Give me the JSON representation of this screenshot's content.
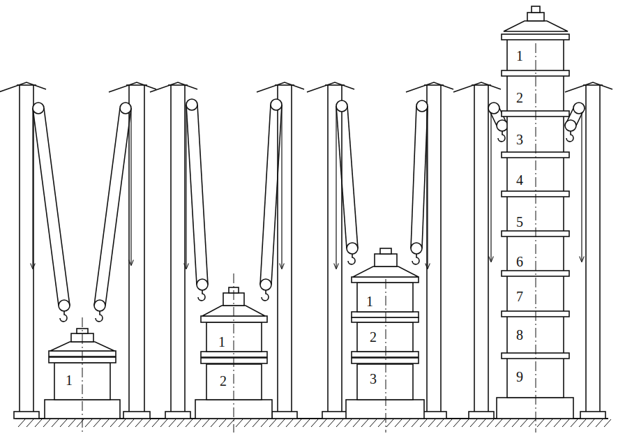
{
  "diagram": {
    "labels": [
      "1",
      "1",
      "2",
      "1",
      "2",
      "3",
      "1",
      "2",
      "3",
      "4",
      "5",
      "6",
      "7",
      "8",
      "9"
    ]
  }
}
